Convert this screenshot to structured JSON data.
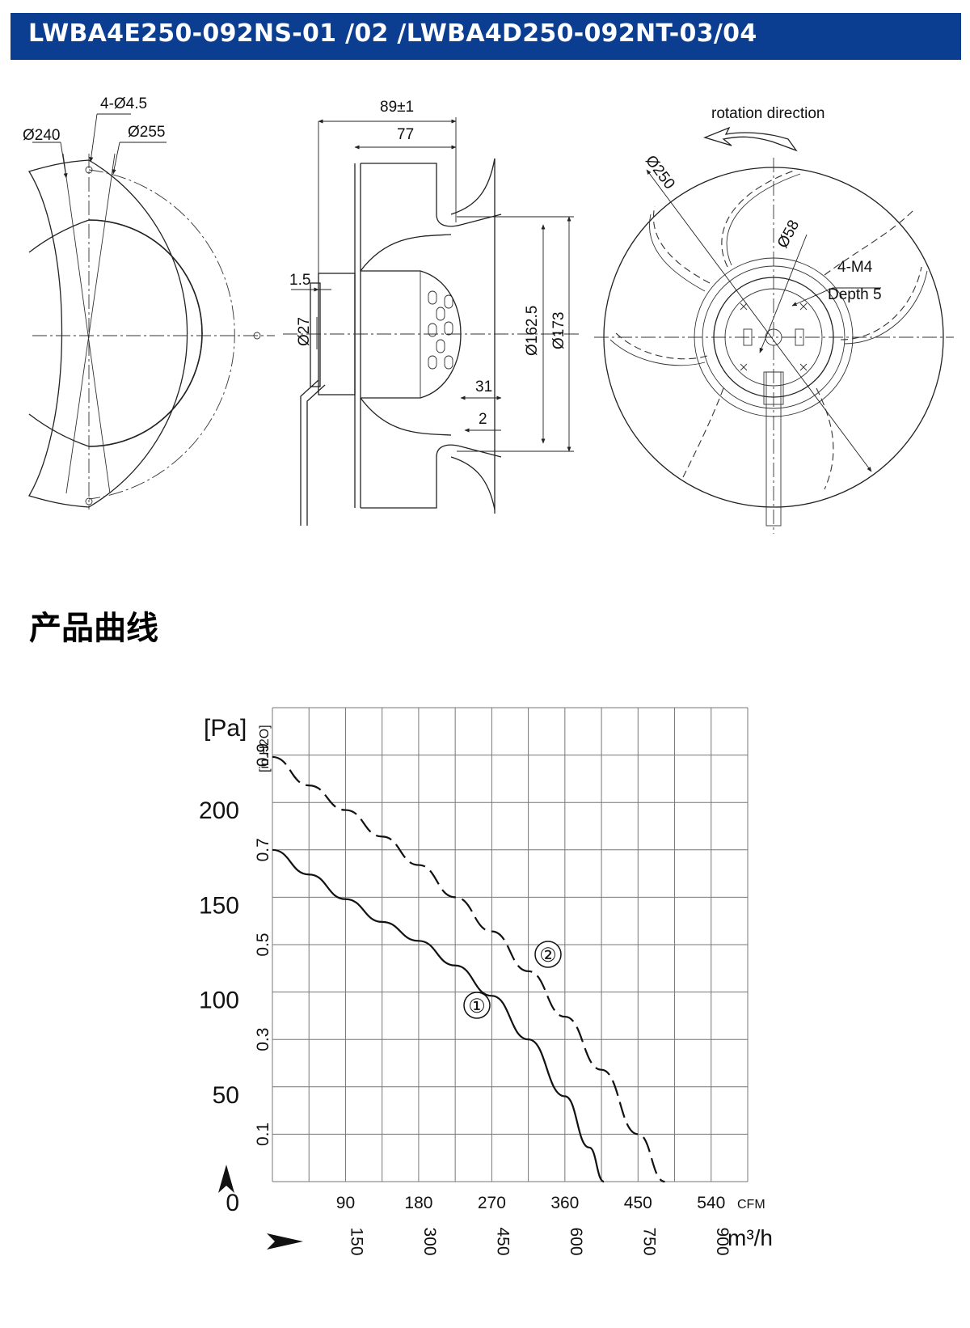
{
  "header": {
    "title": "LWBA4E250-092NS-01 /02 /LWBA4D250-092NT-03/04",
    "accent": "#0b3d91"
  },
  "drawing": {
    "front": {
      "d240": "Ø240",
      "holes": "4-Ø4.5",
      "d255": "Ø255"
    },
    "side": {
      "len_total": "89±1",
      "len_inner": "77",
      "flange": "1.5",
      "shaft": "Ø27",
      "d162": "Ø162.5",
      "d173": "Ø173",
      "inlet": "31",
      "gap": "2"
    },
    "back": {
      "rotation": "rotation direction",
      "d250": "Ø250",
      "d58": "Ø58",
      "thread": "4-M4",
      "depth": "Depth 5"
    }
  },
  "section_title": "产品曲线",
  "chart_data": {
    "type": "line",
    "y_unit": "[Pa]",
    "y_unit_secondary": "[in.H2O]",
    "y_ticks": [
      "0",
      "50",
      "100",
      "150",
      "200"
    ],
    "y2_ticks": [
      "0.1",
      "0.3",
      "0.5",
      "0.7",
      "0.9"
    ],
    "x_unit_cfm": "CFM",
    "x_unit_m3h": "m³/h",
    "x_ticks_cfm": [
      "90",
      "180",
      "270",
      "360",
      "450",
      "540"
    ],
    "x_ticks_m3h": [
      "150",
      "300",
      "450",
      "600",
      "750",
      "900"
    ],
    "xlim_m3h": [
      0,
      975
    ],
    "ylim_pa": [
      0,
      250
    ],
    "series": [
      {
        "name": "①",
        "style": "solid",
        "x": [
          0,
          75,
          150,
          225,
          300,
          375,
          450,
          525,
          600,
          650,
          680
        ],
        "y": [
          175,
          162,
          149,
          137,
          127,
          114,
          98,
          75,
          45,
          18,
          0
        ]
      },
      {
        "name": "②",
        "style": "dashed",
        "x": [
          0,
          75,
          150,
          225,
          300,
          375,
          450,
          525,
          600,
          675,
          750,
          805
        ],
        "y": [
          224,
          209,
          196,
          182,
          167,
          150,
          132,
          111,
          87,
          59,
          25,
          0
        ]
      }
    ]
  }
}
